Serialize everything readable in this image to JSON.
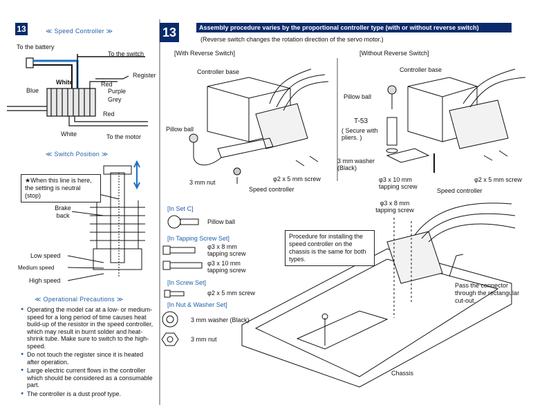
{
  "left": {
    "step_no": "13",
    "speed_controller_title": "≪ Speed Controller ≫",
    "wire_labels": {
      "to_battery": "To the battery",
      "to_switch": "To the switch",
      "register": "Register",
      "white_top": "White",
      "red_top": "Red",
      "purple": "Purple",
      "grey": "Grey",
      "blue": "Blue",
      "red_bottom": "Red",
      "white_bottom": "White",
      "to_motor": "To the motor"
    },
    "switch_position_title": "≪ Switch Position ≫",
    "neutral_note": "★When this line is here, the setting is neutral (stop)",
    "positions": {
      "brake_back": "Brake back",
      "low_speed": "Low speed",
      "medium_speed": "Medium speed",
      "high_speed": "High speed"
    },
    "precautions_title": "≪ Operational Precautions ≫",
    "precautions": [
      "Operating the model car at a low- or medium-speed for a long period of time causes heat build-up of the resistor in the speed controller, which may result in burnt solder and heat-shrink tube. Make sure to switch to the high-speed.",
      "Do not touch the register since it is heated after operation.",
      "Large electric current flows in the controller which should be considered as a consumable part.",
      "The controller is a dust proof type."
    ]
  },
  "right": {
    "step_no": "13",
    "banner": "Assembly procedure varies by the proportional controller type (with or without reverse switch)",
    "sub_note": "(Reverse switch changes the rotation direction of the servo motor.)",
    "with_reverse": {
      "heading": "[With Reverse Switch]",
      "controller_base": "Controller base",
      "pillow_ball": "Pillow ball",
      "nut": "3 mm nut",
      "screw": "φ2 x 5 mm screw",
      "speed_controller": "Speed controller"
    },
    "without_reverse": {
      "heading": "[Without Reverse Switch]",
      "controller_base": "Controller base",
      "pillow_ball": "Pillow ball",
      "t53": "T-53",
      "secure": "( Secure with pliers. )",
      "washer": "3 mm washer (Black)",
      "tapping": "φ3 x 10 mm tapping screw",
      "screw": "φ2 x 5 mm screw",
      "speed_controller": "Speed controller"
    },
    "parts": {
      "set_c": "[In Set C]",
      "pillow_ball": "Pillow ball",
      "tapping_set": "[In Tapping Screw Set]",
      "tap8": "φ3 x 8 mm tapping screw",
      "tap10": "φ3 x 10 mm tapping screw",
      "screw_set": "[In Screw Set]",
      "screw5": "φ2 x 5 mm screw",
      "nut_set": "[In Nut & Washer Set]",
      "washer": "3 mm washer (Black)",
      "nut": "3 mm nut"
    },
    "bottom": {
      "tap8": "φ3 x 8 mm tapping screw",
      "procedure": "Procedure for installing the speed controller on the chassis is the same for both types.",
      "pass_connector": "Pass the connector through the rectangular cut-out.",
      "chassis": "Chassis"
    }
  }
}
